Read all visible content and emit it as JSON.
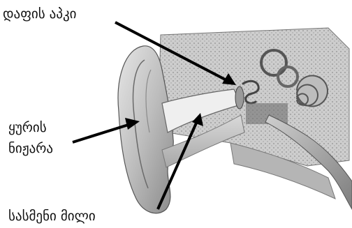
{
  "diagram": {
    "labels": {
      "eardrum": "დაფის აპკი",
      "auricle_line1": "ყურის",
      "auricle_line2": "ნიჟარა",
      "ear_canal": "სასმენი მილი"
    }
  }
}
